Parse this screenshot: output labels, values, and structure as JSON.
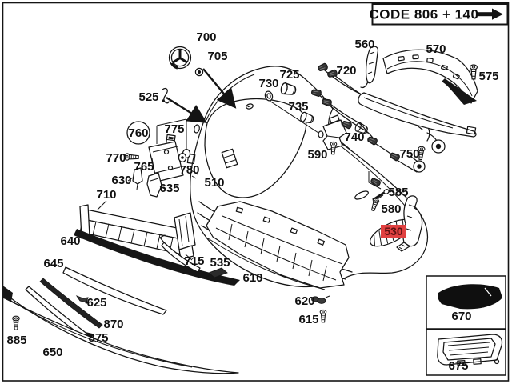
{
  "code_box": {
    "label": "CODE 806 + 140",
    "arrow_icon": "right-arrow"
  },
  "diagram": {
    "type": "exploded-parts-diagram",
    "background": "#ffffff",
    "line_color": "#141414",
    "highlight_color": "#e04040",
    "highlighted_part": "530",
    "parts": {
      "510": {
        "label": "510"
      },
      "525": {
        "label": "525"
      },
      "530": {
        "label": "530",
        "highlighted": true
      },
      "535": {
        "label": "535"
      },
      "560": {
        "label": "560"
      },
      "570": {
        "label": "570"
      },
      "575": {
        "label": "575"
      },
      "580": {
        "label": "580"
      },
      "585": {
        "label": "585"
      },
      "590": {
        "label": "590"
      },
      "610": {
        "label": "610"
      },
      "615": {
        "label": "615"
      },
      "620": {
        "label": "620"
      },
      "625": {
        "label": "625"
      },
      "630": {
        "label": "630"
      },
      "635": {
        "label": "635"
      },
      "640": {
        "label": "640"
      },
      "645": {
        "label": "645"
      },
      "650": {
        "label": "650"
      },
      "670": {
        "label": "670"
      },
      "675": {
        "label": "675"
      },
      "700": {
        "label": "700"
      },
      "705": {
        "label": "705"
      },
      "710": {
        "label": "710"
      },
      "715": {
        "label": "715"
      },
      "720": {
        "label": "720"
      },
      "725": {
        "label": "725"
      },
      "730": {
        "label": "730"
      },
      "735": {
        "label": "735"
      },
      "740": {
        "label": "740"
      },
      "750": {
        "label": "750"
      },
      "760": {
        "label": "760"
      },
      "765": {
        "label": "765"
      },
      "770": {
        "label": "770"
      },
      "775": {
        "label": "775"
      },
      "780": {
        "label": "780"
      },
      "870": {
        "label": "870"
      },
      "875": {
        "label": "875"
      },
      "885": {
        "label": "885"
      }
    }
  }
}
